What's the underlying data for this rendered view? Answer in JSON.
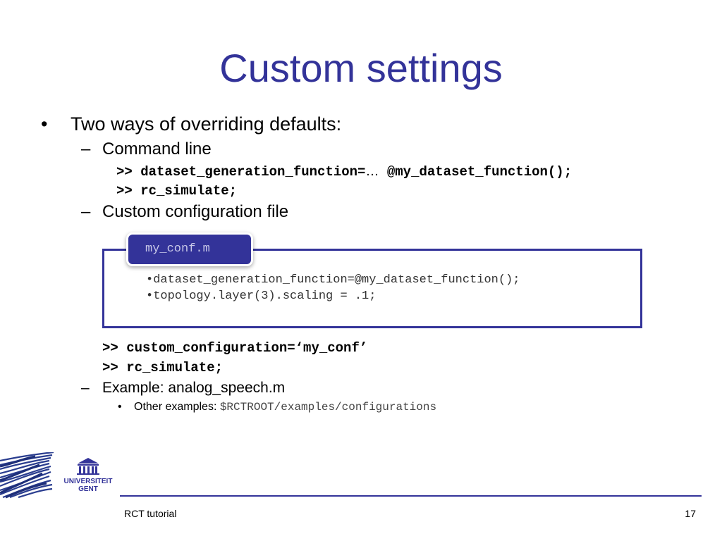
{
  "slide": {
    "title": "Custom settings",
    "bullet_glyph": "•",
    "dash_glyph": "–",
    "items": {
      "main": "Two ways of overriding defaults:",
      "command_line": "Command line",
      "cmd_line_1_prefix": ">> dataset_generation_function=",
      "cmd_line_1_ellipsis": "…",
      "cmd_line_1_suffix": " @my_dataset_function();",
      "cmd_line_2": ">> rc_simulate;",
      "custom_config": "Custom configuration file",
      "cmd_line_3": ">> custom_configuration=‘my_conf’",
      "cmd_line_4": ">> rc_simulate;",
      "example": "Example: analog_speech.m",
      "other_examples_label": "Other examples: ",
      "other_examples_path": "$RCTROOT/examples/configurations"
    },
    "config_file": {
      "name": "my_conf.m",
      "lines": [
        "dataset_generation_function=@my_dataset_function();",
        "topology.layer(3).scaling = .1;"
      ]
    }
  },
  "footer": {
    "left_text": "RCT tutorial",
    "page_number": "17",
    "logo_text_1": "UNIVERSITEIT",
    "logo_text_2": "GENT"
  },
  "colors": {
    "title": "#333399",
    "accent": "#333399"
  }
}
